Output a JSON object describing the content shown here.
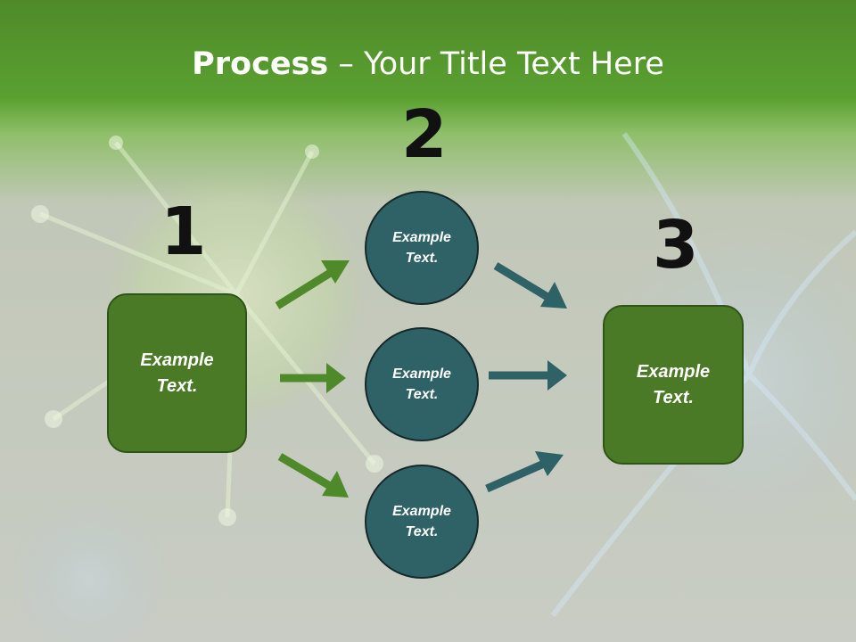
{
  "slide": {
    "title_bold": "Process",
    "title_rest": " – Your Title Text Here"
  },
  "steps": [
    {
      "number": "1",
      "text": "Example\nText."
    },
    {
      "number": "2",
      "text": "Example\nText."
    },
    {
      "number": "3",
      "text": "Example\nText."
    }
  ],
  "circles": [
    {
      "text": "Example\nText."
    },
    {
      "text": "Example\nText."
    },
    {
      "text": "Example\nText."
    }
  ],
  "colors": {
    "header_green": "#5aa030",
    "box_green": "#4a7a26",
    "circle_teal": "#2f6266",
    "arrow_green": "#4f8a2a",
    "arrow_teal": "#2f6266"
  }
}
